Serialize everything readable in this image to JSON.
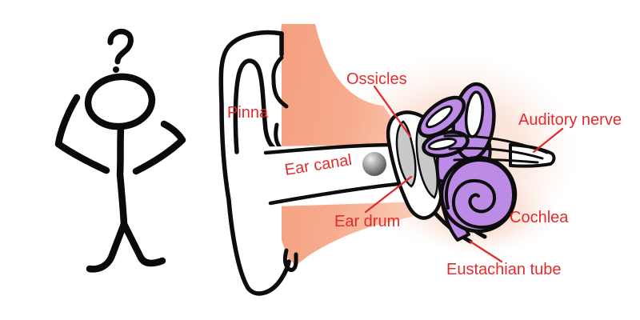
{
  "scene": {
    "description": "Hand-drawn anatomy diagram of the human ear with a puzzled stick figure",
    "background": "#ffffff"
  },
  "figure": {
    "question_mark": "?"
  },
  "diagram": {
    "labels": {
      "pinna": "Pinna",
      "ear_canal": "Ear canal",
      "ossicles": "Ossicles",
      "ear_drum": "Ear drum",
      "cochlea": "Cochlea",
      "auditory_nerve": "Auditory nerve",
      "eustachian_tube": "Eustachian tube"
    },
    "colors": {
      "label_red": "#e32b2b",
      "skin_peach": "#f7a284",
      "inner_ear_purple": "#bb8be5",
      "ear_drum_pink": "#f9c3ce",
      "ossicle_gray": "#c9c9c9",
      "outline_black": "#0d0d0d"
    }
  }
}
